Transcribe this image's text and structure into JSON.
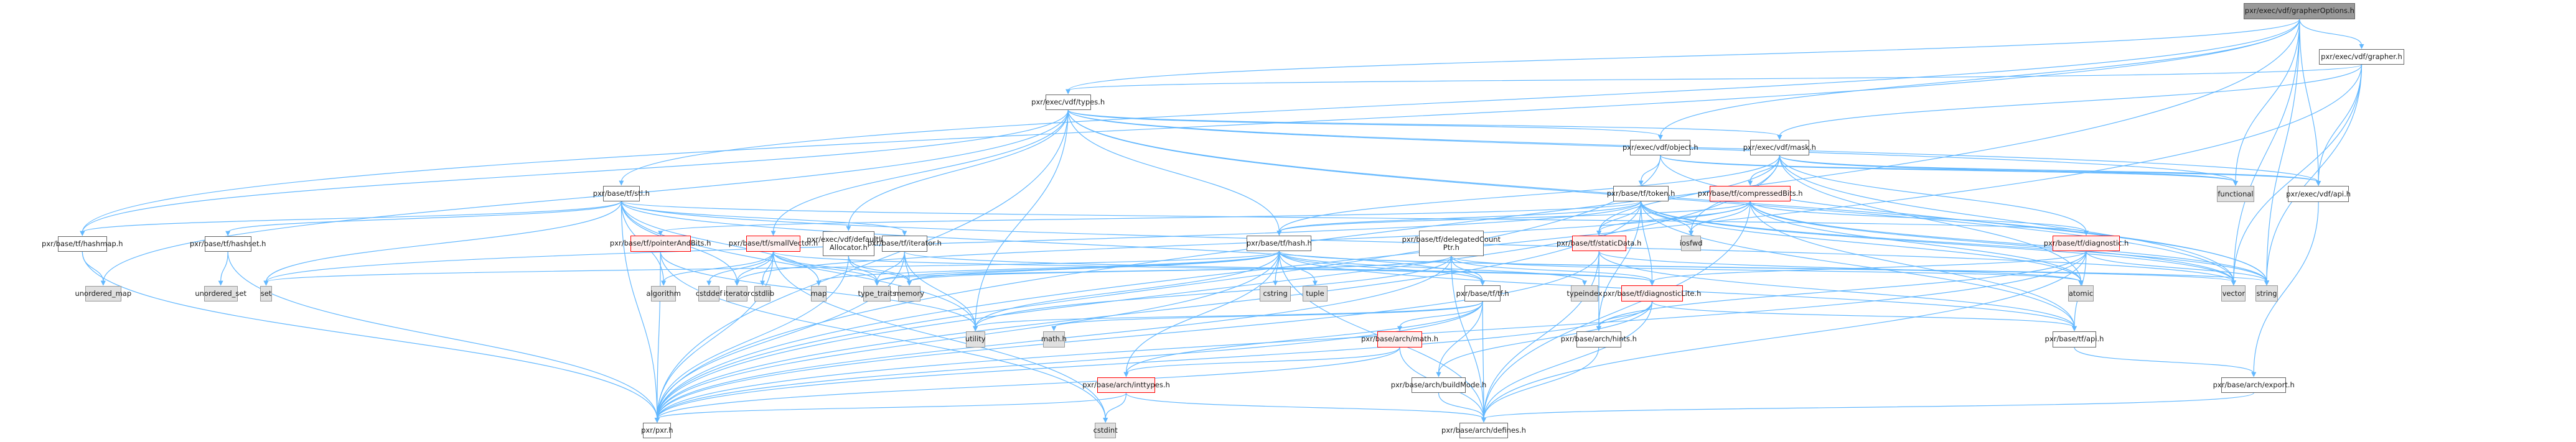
{
  "diagram": {
    "title": "pxr/exec/vdf/grapherOptions.h",
    "type": "include-dependency-graph",
    "legend_colors": {
      "root_fill": "#999999",
      "normal_fill": "#ffffff",
      "system_fill": "#e0e0e0",
      "truncated_border": "#ff0000",
      "truncated_fill": "#fff0f0",
      "edge": "#63b8ff"
    },
    "nodes": [
      {
        "id": "grapherOptions",
        "label": "pxr/exec/vdf/grapherOptions.h",
        "kind": "root"
      },
      {
        "id": "grapher",
        "label": "pxr/exec/vdf/grapher.h",
        "kind": "normal"
      },
      {
        "id": "types",
        "label": "pxr/exec/vdf/types.h",
        "kind": "normal"
      },
      {
        "id": "object",
        "label": "pxr/exec/vdf/object.h",
        "kind": "normal"
      },
      {
        "id": "mask",
        "label": "pxr/exec/vdf/mask.h",
        "kind": "normal"
      },
      {
        "id": "vdfapi",
        "label": "pxr/exec/vdf/api.h",
        "kind": "normal"
      },
      {
        "id": "functional",
        "label": "functional",
        "kind": "system"
      },
      {
        "id": "stl",
        "label": "pxr/base/tf/stl.h",
        "kind": "normal"
      },
      {
        "id": "token",
        "label": "pxr/base/tf/token.h",
        "kind": "normal"
      },
      {
        "id": "compressedBits",
        "label": "pxr/base/tf/compressedBits.h",
        "kind": "truncated"
      },
      {
        "id": "hashmap",
        "label": "pxr/base/tf/hashmap.h",
        "kind": "normal"
      },
      {
        "id": "hashset",
        "label": "pxr/base/tf/hashset.h",
        "kind": "normal"
      },
      {
        "id": "pointerAndBits",
        "label": "pxr/base/tf/pointerAndBits.h",
        "kind": "truncated"
      },
      {
        "id": "smallVector",
        "label": "pxr/base/tf/smallVector.h",
        "kind": "truncated"
      },
      {
        "id": "defaultInit",
        "label": "pxr/exec/vdf/defaultInit\nAllocator.h",
        "kind": "normal"
      },
      {
        "id": "iteratorh",
        "label": "pxr/base/tf/iterator.h",
        "kind": "normal"
      },
      {
        "id": "hash",
        "label": "pxr/base/tf/hash.h",
        "kind": "normal"
      },
      {
        "id": "delegated",
        "label": "pxr/base/tf/delegatedCount\nPtr.h",
        "kind": "normal"
      },
      {
        "id": "staticData",
        "label": "pxr/base/tf/staticData.h",
        "kind": "truncated"
      },
      {
        "id": "iosfwd",
        "label": "iosfwd",
        "kind": "system"
      },
      {
        "id": "diagnostic",
        "label": "pxr/base/tf/diagnostic.h",
        "kind": "truncated"
      },
      {
        "id": "unordered_map",
        "label": "unordered_map",
        "kind": "system"
      },
      {
        "id": "unordered_set",
        "label": "unordered_set",
        "kind": "system"
      },
      {
        "id": "set",
        "label": "set",
        "kind": "system"
      },
      {
        "id": "algorithm",
        "label": "algorithm",
        "kind": "system"
      },
      {
        "id": "cstddef",
        "label": "cstddef",
        "kind": "system"
      },
      {
        "id": "iterator",
        "label": "iterator",
        "kind": "system"
      },
      {
        "id": "cstdlib",
        "label": "cstdlib",
        "kind": "system"
      },
      {
        "id": "map",
        "label": "map",
        "kind": "system"
      },
      {
        "id": "type_traits",
        "label": "type_traits",
        "kind": "system"
      },
      {
        "id": "memory",
        "label": "memory",
        "kind": "system"
      },
      {
        "id": "cstring",
        "label": "cstring",
        "kind": "system"
      },
      {
        "id": "tuple",
        "label": "tuple",
        "kind": "system"
      },
      {
        "id": "typeindex",
        "label": "typeindex",
        "kind": "system"
      },
      {
        "id": "diagnosticLite",
        "label": "pxr/base/tf/diagnosticLite.h",
        "kind": "truncated"
      },
      {
        "id": "atomic",
        "label": "atomic",
        "kind": "system"
      },
      {
        "id": "vector",
        "label": "vector",
        "kind": "system"
      },
      {
        "id": "string",
        "label": "string",
        "kind": "system"
      },
      {
        "id": "tfh",
        "label": "pxr/base/tf/tf.h",
        "kind": "normal"
      },
      {
        "id": "utility",
        "label": "utility",
        "kind": "system"
      },
      {
        "id": "mathh",
        "label": "math.h",
        "kind": "system"
      },
      {
        "id": "archmath",
        "label": "pxr/base/arch/math.h",
        "kind": "truncated"
      },
      {
        "id": "hints",
        "label": "pxr/base/arch/hints.h",
        "kind": "normal"
      },
      {
        "id": "tfapi",
        "label": "pxr/base/tf/api.h",
        "kind": "normal"
      },
      {
        "id": "inttypes",
        "label": "pxr/base/arch/inttypes.h",
        "kind": "truncated"
      },
      {
        "id": "buildMode",
        "label": "pxr/base/arch/buildMode.h",
        "kind": "normal"
      },
      {
        "id": "export",
        "label": "pxr/base/arch/export.h",
        "kind": "normal"
      },
      {
        "id": "pxr",
        "label": "pxr/pxr.h",
        "kind": "normal"
      },
      {
        "id": "cstdint",
        "label": "cstdint",
        "kind": "system"
      },
      {
        "id": "defines",
        "label": "pxr/base/arch/defines.h",
        "kind": "normal"
      }
    ],
    "edges": [
      [
        "grapherOptions",
        "grapher"
      ],
      [
        "grapherOptions",
        "types"
      ],
      [
        "grapherOptions",
        "object"
      ],
      [
        "grapherOptions",
        "vdfapi"
      ],
      [
        "grapherOptions",
        "functional"
      ],
      [
        "grapherOptions",
        "stl"
      ],
      [
        "grapherOptions",
        "hashmap"
      ],
      [
        "grapherOptions",
        "pxr"
      ],
      [
        "grapherOptions",
        "vector"
      ],
      [
        "grapherOptions",
        "string"
      ],
      [
        "grapher",
        "types"
      ],
      [
        "grapher",
        "vdfapi"
      ],
      [
        "grapher",
        "pxr"
      ],
      [
        "grapher",
        "vector"
      ],
      [
        "grapher",
        "string"
      ],
      [
        "grapher",
        "mask"
      ],
      [
        "types",
        "mask"
      ],
      [
        "types",
        "object"
      ],
      [
        "types",
        "hash"
      ],
      [
        "types",
        "hashmap"
      ],
      [
        "types",
        "smallVector"
      ],
      [
        "types",
        "defaultInit"
      ],
      [
        "types",
        "functional"
      ],
      [
        "types",
        "vdfapi"
      ],
      [
        "types",
        "pxr"
      ],
      [
        "types",
        "vector"
      ],
      [
        "types",
        "unordered_map"
      ],
      [
        "types",
        "utility"
      ],
      [
        "types",
        "string"
      ],
      [
        "object",
        "token"
      ],
      [
        "object",
        "vdfapi"
      ],
      [
        "object",
        "functional"
      ],
      [
        "object",
        "pxr"
      ],
      [
        "object",
        "string"
      ],
      [
        "mask",
        "compressedBits"
      ],
      [
        "mask",
        "diagnostic"
      ],
      [
        "mask",
        "iosfwd"
      ],
      [
        "mask",
        "hash"
      ],
      [
        "mask",
        "vdfapi"
      ],
      [
        "mask",
        "pxr"
      ],
      [
        "mask",
        "functional"
      ],
      [
        "mask",
        "vector"
      ],
      [
        "mask",
        "atomic"
      ],
      [
        "mask",
        "staticData"
      ],
      [
        "vdfapi",
        "export"
      ],
      [
        "stl",
        "hashmap"
      ],
      [
        "stl",
        "hashset"
      ],
      [
        "stl",
        "iteratorh"
      ],
      [
        "stl",
        "diagnostic"
      ],
      [
        "stl",
        "tfh"
      ],
      [
        "stl",
        "algorithm"
      ],
      [
        "stl",
        "iterator"
      ],
      [
        "stl",
        "map"
      ],
      [
        "stl",
        "set"
      ],
      [
        "stl",
        "utility"
      ],
      [
        "stl",
        "pxr"
      ],
      [
        "stl",
        "vector"
      ],
      [
        "token",
        "hash"
      ],
      [
        "token",
        "pointerAndBits"
      ],
      [
        "token",
        "diagnosticLite"
      ],
      [
        "token",
        "staticData"
      ],
      [
        "token",
        "tfapi"
      ],
      [
        "token",
        "iosfwd"
      ],
      [
        "token",
        "string"
      ],
      [
        "token",
        "vector"
      ],
      [
        "token",
        "set"
      ],
      [
        "token",
        "pxr"
      ],
      [
        "token",
        "hints"
      ],
      [
        "token",
        "atomic"
      ],
      [
        "compressedBits",
        "staticData"
      ],
      [
        "compressedBits",
        "diagnostic"
      ],
      [
        "compressedBits",
        "hash"
      ],
      [
        "compressedBits",
        "iterator"
      ],
      [
        "compressedBits",
        "tfapi"
      ],
      [
        "compressedBits",
        "iosfwd"
      ],
      [
        "compressedBits",
        "atomic"
      ],
      [
        "compressedBits",
        "vector"
      ],
      [
        "compressedBits",
        "string"
      ],
      [
        "compressedBits",
        "defines"
      ],
      [
        "hashmap",
        "unordered_map"
      ],
      [
        "hashmap",
        "pxr"
      ],
      [
        "hashset",
        "unordered_set"
      ],
      [
        "hashset",
        "pxr"
      ],
      [
        "pointerAndBits",
        "pxr"
      ],
      [
        "pointerAndBits",
        "utility"
      ],
      [
        "pointerAndBits",
        "cstdint"
      ],
      [
        "smallVector",
        "algorithm"
      ],
      [
        "smallVector",
        "cstddef"
      ],
      [
        "smallVector",
        "iterator"
      ],
      [
        "smallVector",
        "cstdlib"
      ],
      [
        "smallVector",
        "memory"
      ],
      [
        "smallVector",
        "type_traits"
      ],
      [
        "smallVector",
        "pxr"
      ],
      [
        "smallVector",
        "cstdint"
      ],
      [
        "smallVector",
        "diagnosticLite"
      ],
      [
        "defaultInit",
        "memory"
      ],
      [
        "defaultInit",
        "type_traits"
      ],
      [
        "defaultInit",
        "pxr"
      ],
      [
        "iteratorh",
        "type_traits"
      ],
      [
        "iteratorh",
        "utility"
      ],
      [
        "iteratorh",
        "pxr"
      ],
      [
        "iteratorh",
        "diagnosticLite"
      ],
      [
        "iteratorh",
        "memory"
      ],
      [
        "hash",
        "cstring"
      ],
      [
        "hash",
        "tuple"
      ],
      [
        "hash",
        "map"
      ],
      [
        "hash",
        "set"
      ],
      [
        "hash",
        "memory"
      ],
      [
        "hash",
        "type_traits"
      ],
      [
        "hash",
        "typeindex"
      ],
      [
        "hash",
        "utility"
      ],
      [
        "hash",
        "vector"
      ],
      [
        "hash",
        "string"
      ],
      [
        "hash",
        "tfapi"
      ],
      [
        "hash",
        "tfh"
      ],
      [
        "hash",
        "inttypes"
      ],
      [
        "hash",
        "pxr"
      ],
      [
        "hash",
        "defines"
      ],
      [
        "delegated",
        "tfh"
      ],
      [
        "delegated",
        "type_traits"
      ],
      [
        "delegated",
        "memory"
      ],
      [
        "delegated",
        "utility"
      ],
      [
        "delegated",
        "diagnosticLite"
      ],
      [
        "delegated",
        "atomic"
      ],
      [
        "delegated",
        "pxr"
      ],
      [
        "delegated",
        "defines"
      ],
      [
        "staticData",
        "tfapi"
      ],
      [
        "staticData",
        "pxr"
      ],
      [
        "staticData",
        "defines"
      ],
      [
        "staticData",
        "atomic"
      ],
      [
        "staticData",
        "hints"
      ],
      [
        "diagnostic",
        "diagnosticLite"
      ],
      [
        "diagnostic",
        "tfapi"
      ],
      [
        "diagnostic",
        "hints"
      ],
      [
        "diagnostic",
        "string"
      ],
      [
        "diagnostic",
        "pxr"
      ],
      [
        "diagnostic",
        "defines"
      ],
      [
        "diagnosticLite",
        "tfapi"
      ],
      [
        "diagnosticLite",
        "hints"
      ],
      [
        "diagnosticLite",
        "buildMode"
      ],
      [
        "diagnosticLite",
        "pxr"
      ],
      [
        "diagnosticLite",
        "defines"
      ],
      [
        "tfh",
        "utility"
      ],
      [
        "tfh",
        "mathh"
      ],
      [
        "tfh",
        "archmath"
      ],
      [
        "tfh",
        "buildMode"
      ],
      [
        "tfh",
        "inttypes"
      ],
      [
        "tfh",
        "pxr"
      ],
      [
        "tfh",
        "defines"
      ],
      [
        "archmath",
        "inttypes"
      ],
      [
        "archmath",
        "defines"
      ],
      [
        "archmath",
        "pxr"
      ],
      [
        "inttypes",
        "cstdint"
      ],
      [
        "inttypes",
        "defines"
      ],
      [
        "inttypes",
        "pxr"
      ],
      [
        "buildMode",
        "defines"
      ],
      [
        "hints",
        "defines"
      ],
      [
        "tfapi",
        "export"
      ],
      [
        "export",
        "defines"
      ]
    ]
  }
}
